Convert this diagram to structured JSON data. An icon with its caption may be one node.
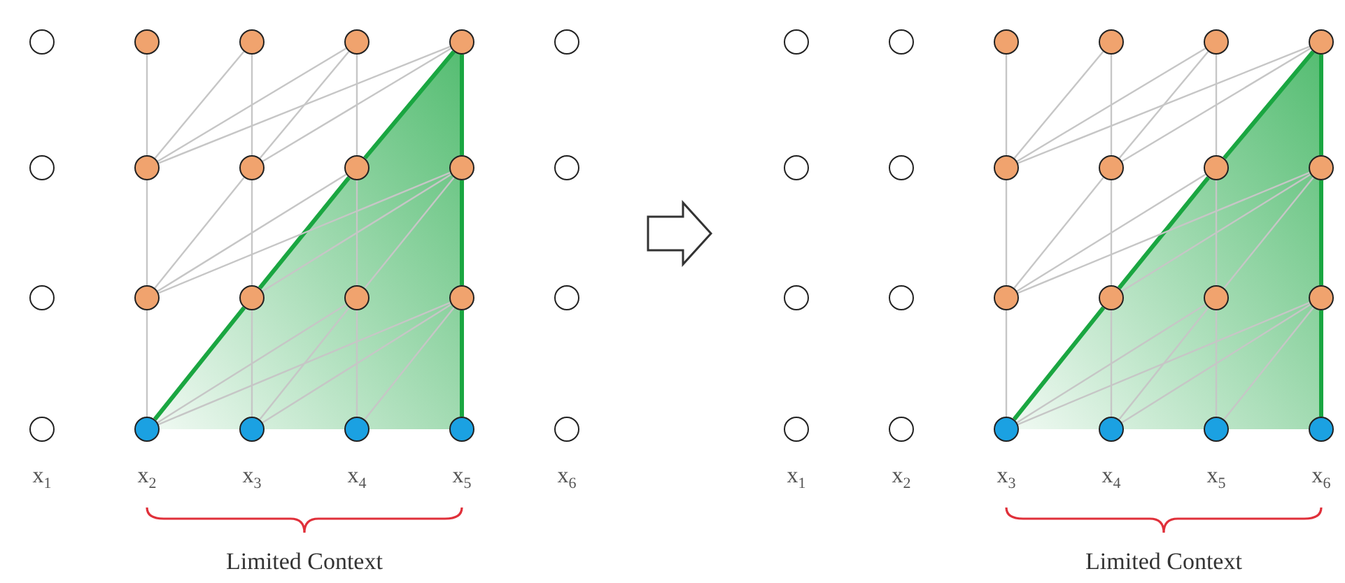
{
  "diagram": {
    "nodes": [
      {
        "text": [],
        "shape": "circle"
      },
      {
        "text": [],
        "shape": "circle"
      },
      {
        "text": [],
        "shape": "circle"
      },
      {
        "text": [],
        "shape": "circle"
      },
      {
        "text": [],
        "shape": "circle"
      },
      {
        "text": [],
        "shape": "circle"
      },
      {
        "text": [],
        "shape": "circle"
      },
      {
        "text": [],
        "shape": "circle"
      },
      {
        "text": [],
        "shape": "circle"
      },
      {
        "text": [],
        "shape": "circle"
      },
      {
        "text": [],
        "shape": "circle"
      },
      {
        "text": [],
        "shape": "circle"
      },
      {
        "text": [],
        "shape": "circle"
      },
      {
        "text": [],
        "shape": "circle"
      },
      {
        "text": [],
        "shape": "circle"
      },
      {
        "text": [],
        "shape": "circle"
      },
      {
        "text": [],
        "shape": "circle"
      },
      {
        "text": [],
        "shape": "circle"
      },
      {
        "text": [],
        "shape": "circle"
      },
      {
        "text": [],
        "shape": "circle"
      },
      {
        "text": [],
        "shape": "circle"
      },
      {
        "text": [],
        "shape": "circle"
      },
      {
        "text": [],
        "shape": "circle"
      },
      {
        "text": [],
        "shape": "circle"
      },
      {
        "text": [],
        "shape": "circle"
      },
      {
        "text": [],
        "shape": "circle"
      },
      {
        "text": [],
        "shape": "circle"
      },
      {
        "text": [],
        "shape": "circle"
      },
      {
        "text": [],
        "shape": "circle"
      },
      {
        "text": [],
        "shape": "circle"
      },
      {
        "text": [],
        "shape": "circle"
      },
      {
        "text": [],
        "shape": "circle"
      },
      {
        "text": [],
        "shape": "circle"
      },
      {
        "text": [],
        "shape": "circle"
      },
      {
        "text": [],
        "shape": "circle"
      },
      {
        "text": [],
        "shape": "circle"
      },
      {
        "text": [],
        "shape": "circle"
      },
      {
        "text": [],
        "shape": "circle"
      },
      {
        "text": [],
        "shape": "circle"
      },
      {
        "text": [],
        "shape": "circle"
      },
      {
        "text": [],
        "shape": "circle"
      },
      {
        "text": [],
        "shape": "circle"
      },
      {
        "text": [],
        "shape": "circle"
      },
      {
        "text": [],
        "shape": "circle"
      },
      {
        "text": [],
        "shape": "circle"
      },
      {
        "text": [],
        "shape": "circle"
      },
      {
        "text": [],
        "shape": "circle"
      },
      {
        "text": [],
        "shape": "circle"
      }
    ],
    "edges": [
      {
        "from": 19,
        "to": 13,
        "arrow": "none"
      },
      {
        "from": 19,
        "to": 14,
        "arrow": "none",
        "style": "thick",
        "color": "#1aa641"
      },
      {
        "from": 20,
        "to": 14,
        "arrow": "none"
      },
      {
        "from": 19,
        "to": 15,
        "arrow": "none"
      },
      {
        "from": 20,
        "to": 15,
        "arrow": "none"
      },
      {
        "from": 21,
        "to": 15,
        "arrow": "none"
      },
      {
        "from": 19,
        "to": 16,
        "arrow": "none"
      },
      {
        "from": 20,
        "to": 16,
        "arrow": "none"
      },
      {
        "from": 21,
        "to": 16,
        "arrow": "none"
      },
      {
        "from": 22,
        "to": 16,
        "arrow": "none",
        "style": "thick",
        "color": "#1aa641"
      },
      {
        "from": 13,
        "to": 7,
        "arrow": "none"
      },
      {
        "from": 13,
        "to": 8,
        "arrow": "none"
      },
      {
        "from": 14,
        "to": 8,
        "arrow": "none"
      },
      {
        "from": 13,
        "to": 9,
        "arrow": "none"
      },
      {
        "from": 14,
        "to": 9,
        "arrow": "none",
        "style": "thick",
        "color": "#1aa641"
      },
      {
        "from": 15,
        "to": 9,
        "arrow": "none"
      },
      {
        "from": 13,
        "to": 10,
        "arrow": "none"
      },
      {
        "from": 14,
        "to": 10,
        "arrow": "none"
      },
      {
        "from": 15,
        "to": 10,
        "arrow": "none"
      },
      {
        "from": 16,
        "to": 10,
        "arrow": "none",
        "style": "thick",
        "color": "#1aa641"
      },
      {
        "from": 7,
        "to": 1,
        "arrow": "none"
      },
      {
        "from": 7,
        "to": 2,
        "arrow": "none"
      },
      {
        "from": 8,
        "to": 2,
        "arrow": "none"
      },
      {
        "from": 7,
        "to": 3,
        "arrow": "none"
      },
      {
        "from": 8,
        "to": 3,
        "arrow": "none"
      },
      {
        "from": 9,
        "to": 3,
        "arrow": "none"
      },
      {
        "from": 7,
        "to": 4,
        "arrow": "none"
      },
      {
        "from": 8,
        "to": 4,
        "arrow": "none"
      },
      {
        "from": 9,
        "to": 4,
        "arrow": "none",
        "style": "thick",
        "color": "#1aa641"
      },
      {
        "from": 10,
        "to": 4,
        "arrow": "none",
        "style": "thick",
        "color": "#1aa641"
      },
      {
        "from": 44,
        "to": 38,
        "arrow": "none"
      },
      {
        "from": 44,
        "to": 39,
        "arrow": "none",
        "style": "thick",
        "color": "#1aa641"
      },
      {
        "from": 45,
        "to": 39,
        "arrow": "none"
      },
      {
        "from": 44,
        "to": 40,
        "arrow": "none"
      },
      {
        "from": 45,
        "to": 40,
        "arrow": "none"
      },
      {
        "from": 46,
        "to": 40,
        "arrow": "none"
      },
      {
        "from": 44,
        "to": 41,
        "arrow": "none"
      },
      {
        "from": 45,
        "to": 41,
        "arrow": "none"
      },
      {
        "from": 46,
        "to": 41,
        "arrow": "none"
      },
      {
        "from": 47,
        "to": 41,
        "arrow": "none",
        "style": "thick",
        "color": "#1aa641"
      },
      {
        "from": 38,
        "to": 32,
        "arrow": "none"
      },
      {
        "from": 38,
        "to": 33,
        "arrow": "none"
      },
      {
        "from": 39,
        "to": 33,
        "arrow": "none"
      },
      {
        "from": 38,
        "to": 34,
        "arrow": "none"
      },
      {
        "from": 39,
        "to": 34,
        "arrow": "none",
        "style": "thick",
        "color": "#1aa641"
      },
      {
        "from": 40,
        "to": 34,
        "arrow": "none"
      },
      {
        "from": 38,
        "to": 35,
        "arrow": "none"
      },
      {
        "from": 39,
        "to": 35,
        "arrow": "none"
      },
      {
        "from": 40,
        "to": 35,
        "arrow": "none"
      },
      {
        "from": 41,
        "to": 35,
        "arrow": "none",
        "style": "thick",
        "color": "#1aa641"
      },
      {
        "from": 32,
        "to": 26,
        "arrow": "none"
      },
      {
        "from": 32,
        "to": 27,
        "arrow": "none"
      },
      {
        "from": 33,
        "to": 27,
        "arrow": "none"
      },
      {
        "from": 32,
        "to": 28,
        "arrow": "none"
      },
      {
        "from": 33,
        "to": 28,
        "arrow": "none"
      },
      {
        "from": 34,
        "to": 28,
        "arrow": "none"
      },
      {
        "from": 32,
        "to": 29,
        "arrow": "none"
      },
      {
        "from": 33,
        "to": 29,
        "arrow": "none"
      },
      {
        "from": 34,
        "to": 29,
        "arrow": "none",
        "style": "thick",
        "color": "#1aa641"
      },
      {
        "from": 35,
        "to": 29,
        "arrow": "none",
        "style": "thick",
        "color": "#1aa641"
      }
    ],
    "labels": [
      "x$_{1}$",
      "x$_{2}$",
      "x$_{3}$",
      "x$_{4}$",
      "x$_{5}$",
      "x$_{6}$",
      "x$_{1}$",
      "x$_{2}$",
      "x$_{3}$",
      "x$_{4}$",
      "x$_{5}$",
      "x$_{6}$",
      "Limited Context",
      "Limited Context"
    ]
  }
}
